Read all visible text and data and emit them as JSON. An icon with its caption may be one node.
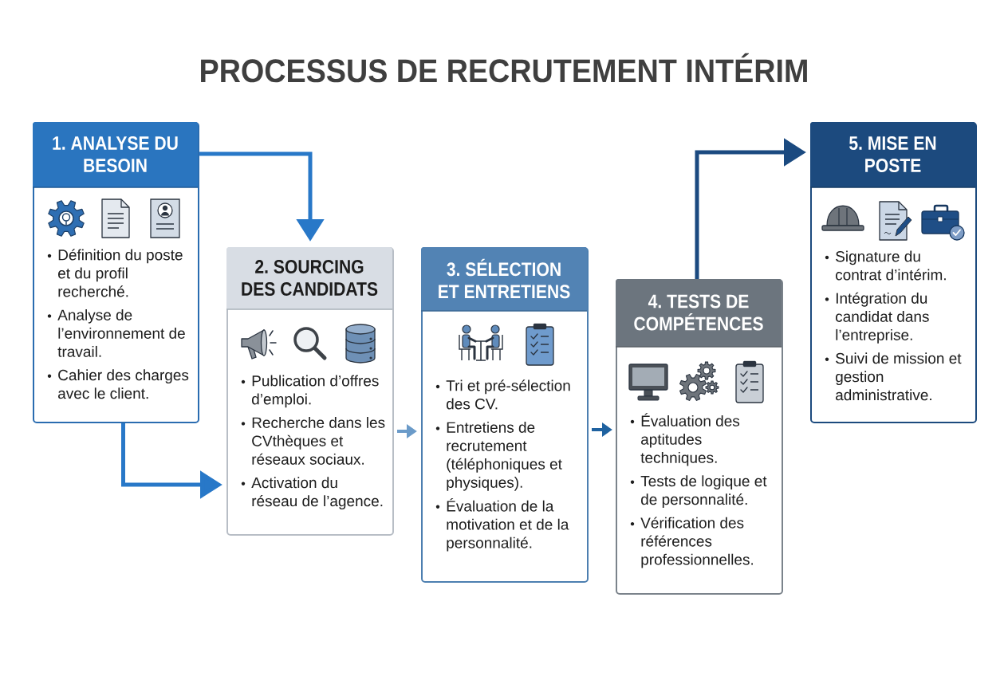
{
  "diagram": {
    "title": "PROCESSUS DE RECRUTEMENT INTÉRIM",
    "nodes": [
      {
        "text": [
          "1. ANALYSE DU BESOIN",
          "Définition du poste et du profil recherché.",
          "Analyse de l’environnement de travail.",
          "Cahier des charges avec le client."
        ]
      },
      {
        "text": [
          "2. SOURCING DES CANDIDATS",
          "Publication d’offres d’emploi.",
          "Recherche dans les CVthèques et réseaux sociaux.",
          "Activation du réseau de l’agence."
        ]
      },
      {
        "text": [
          "3. SÉLECTION ET ENTRETIENS",
          "Tri et pré-sélection des CV.",
          "Entretiens de recrutement (téléphoniques et physiques).",
          "Évaluation de la motivation et de la personnalité."
        ]
      },
      {
        "text": [
          "4. TESTS DE COMPÉTENCES",
          "Évaluation des aptitudes techniques.",
          "Tests de logique et de personnalité.",
          "Vérification des références professionnelles."
        ]
      },
      {
        "text": [
          "5. MISE EN POSTE",
          "Signature du contrat d’intérim.",
          "Intégration du candidat dans l’entreprise.",
          "Suivi de mission et gestion administrative."
        ]
      }
    ],
    "edges": [
      {
        "from": 0,
        "to": 1,
        "arrow": "to"
      },
      {
        "from": 0,
        "to": 1,
        "arrow": "to"
      },
      {
        "from": 1,
        "to": 2,
        "arrow": "to",
        "color": "#6b9bc9"
      },
      {
        "from": 2,
        "to": 3,
        "arrow": "to",
        "color": "#1f62a0"
      },
      {
        "from": 3,
        "to": 4,
        "arrow": "to",
        "color": "#1b4a80"
      }
    ]
  }
}
